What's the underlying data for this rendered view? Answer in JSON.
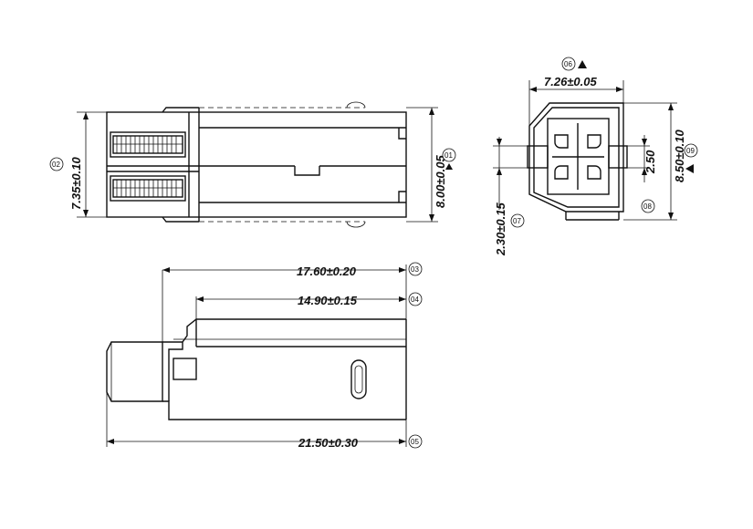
{
  "dimensions": {
    "width_top": "7.26±0.05",
    "height_end_a": "8.50±0.10",
    "height_end_b": "2.50",
    "pin_offset": "2.30±0.15",
    "height_side": "7.35±0.10",
    "height_body": "8.00±0.05",
    "length_a": "17.60±0.20",
    "length_b": "14.90±0.15",
    "length_total": "21.50±0.30"
  },
  "balloons": {
    "b01": "01",
    "b02": "02",
    "b03": "03",
    "b04": "04",
    "b05": "05",
    "b06": "06",
    "b07": "07",
    "b08": "08",
    "b09": "09"
  }
}
